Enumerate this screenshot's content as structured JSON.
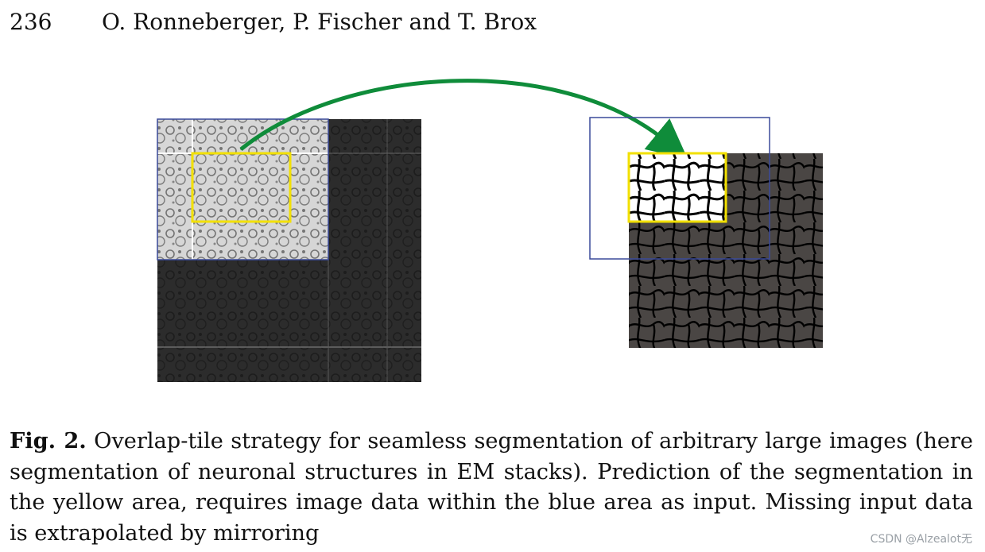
{
  "header": {
    "page_number": "236",
    "authors": "O. Ronneberger, P. Fischer and T. Brox"
  },
  "figure": {
    "colors": {
      "tile_outline": "#3a4a9a",
      "prediction_area": "#f2e000",
      "arrow": "#0f8c3a",
      "segmentation_bg": "#4a4644"
    }
  },
  "caption": {
    "label": "Fig. 2.",
    "text": "Overlap-tile strategy for seamless segmentation of arbitrary large images (here segmentation of neuronal structures in EM stacks). Prediction of the segmentation in the yellow area, requires image data within the blue area as input. Missing input data is extrapolated by mirroring"
  },
  "watermark": "CSDN @Alzealot无"
}
